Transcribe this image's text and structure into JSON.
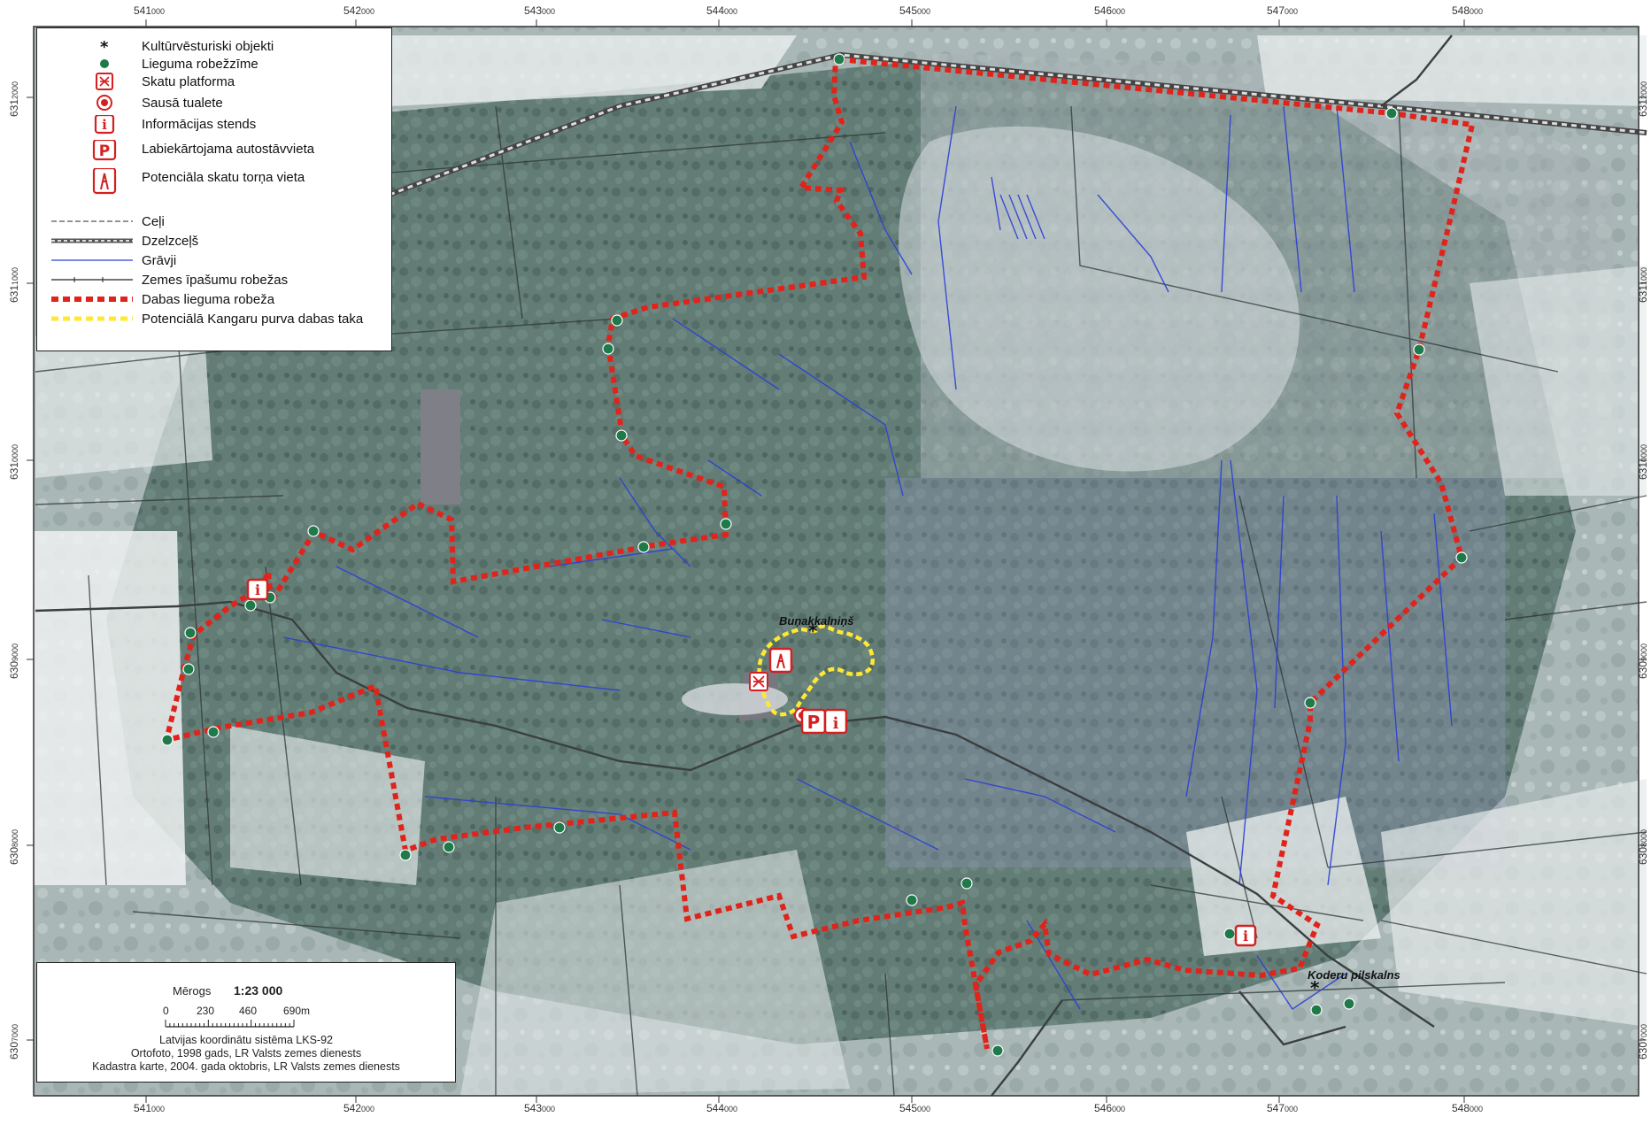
{
  "map": {
    "x_ticks": [
      {
        "major": "541",
        "minor": "000"
      },
      {
        "major": "542",
        "minor": "000"
      },
      {
        "major": "543",
        "minor": "000"
      },
      {
        "major": "544",
        "minor": "000"
      },
      {
        "major": "545",
        "minor": "000"
      },
      {
        "major": "546",
        "minor": "000"
      },
      {
        "major": "547",
        "minor": "000"
      },
      {
        "major": "548",
        "minor": "000"
      }
    ],
    "y_ticks": [
      {
        "major": "631",
        "minor": "2000"
      },
      {
        "major": "631",
        "minor": "1000"
      },
      {
        "major": "631",
        "minor": "0000"
      },
      {
        "major": "630",
        "minor": "9000"
      },
      {
        "major": "630",
        "minor": "8000"
      },
      {
        "major": "630",
        "minor": "7000"
      }
    ],
    "places": {
      "bunakkalnins": "Buņakkalniņš",
      "koderu": "Koderu pilskalns"
    },
    "colors": {
      "boundary": "#e0241b",
      "trail": "#ffe733",
      "ditch": "#2b3fd6",
      "marker": "#1f7a4a"
    }
  },
  "legend": {
    "items": [
      {
        "label": "Kultūrvēsturiski objekti",
        "icon": "asterisk-icon"
      },
      {
        "label": "Lieguma robežzīme",
        "icon": "green-dot-icon"
      },
      {
        "label": "Skatu platforma",
        "icon": "viewing-platform-icon"
      },
      {
        "label": "Sausā tualete",
        "icon": "toilet-icon"
      },
      {
        "label": "Informācijas stends",
        "icon": "info-icon"
      },
      {
        "label": "Labiekārtojama autostāvvieta",
        "icon": "parking-icon"
      },
      {
        "label": "Potenciāla skatu torņa vieta",
        "icon": "tower-icon"
      },
      {
        "label": "Ceļi",
        "icon": "road-line"
      },
      {
        "label": "Dzelzceļš",
        "icon": "railway-line"
      },
      {
        "label": "Grāvji",
        "icon": "ditch-line"
      },
      {
        "label": "Zemes īpašumu robežas",
        "icon": "parcel-line"
      },
      {
        "label": "Dabas lieguma robeža",
        "icon": "boundary-line"
      },
      {
        "label": "Potenciālā Kangaru purva dabas taka",
        "icon": "trail-line"
      }
    ]
  },
  "scale": {
    "label": "Mērogs",
    "value": "1:23 000",
    "ticks": [
      "0",
      "230",
      "460",
      "690m"
    ],
    "credits": [
      "Latvijas koordinātu sistēma LKS-92",
      "Ortofoto, 1998 gads,  LR Valsts zemes dienests",
      "Kadastra karte, 2004. gada oktobris, LR Valsts zemes dienests"
    ]
  }
}
